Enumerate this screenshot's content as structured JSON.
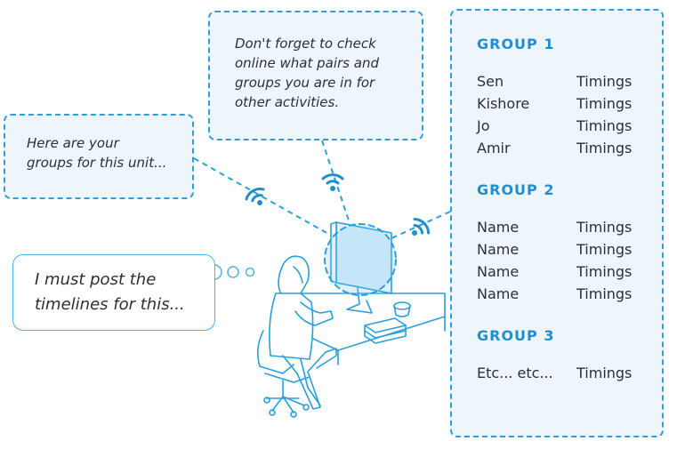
{
  "callouts": {
    "left": [
      "Here are your",
      "groups for this unit..."
    ],
    "top": [
      "Don't forget to check",
      "online what pairs and",
      "groups you are in for",
      "other activities."
    ],
    "thought": [
      "I must post the",
      "timelines for this..."
    ]
  },
  "groups": [
    {
      "title": "GROUP 1",
      "members": [
        {
          "name": "Sen",
          "timing": "Timings"
        },
        {
          "name": "Kishore",
          "timing": "Timings"
        },
        {
          "name": "Jo",
          "timing": "Timings"
        },
        {
          "name": "Amir",
          "timing": "Timings"
        }
      ]
    },
    {
      "title": "GROUP 2",
      "members": [
        {
          "name": "Name",
          "timing": "Timings"
        },
        {
          "name": "Name",
          "timing": "Timings"
        },
        {
          "name": "Name",
          "timing": "Timings"
        },
        {
          "name": "Name",
          "timing": "Timings"
        }
      ]
    },
    {
      "title": "GROUP 3",
      "members": [
        {
          "name": "Etc... etc...",
          "timing": "Timings"
        }
      ]
    }
  ],
  "colors": {
    "accent": "#1e8fd0",
    "dash": "#2a9fdc",
    "panel_bg": "#eef6fc",
    "text": "#2b2f36"
  },
  "icons": [
    "wifi-icon",
    "person-at-desk-illustration",
    "monitor-icon"
  ]
}
